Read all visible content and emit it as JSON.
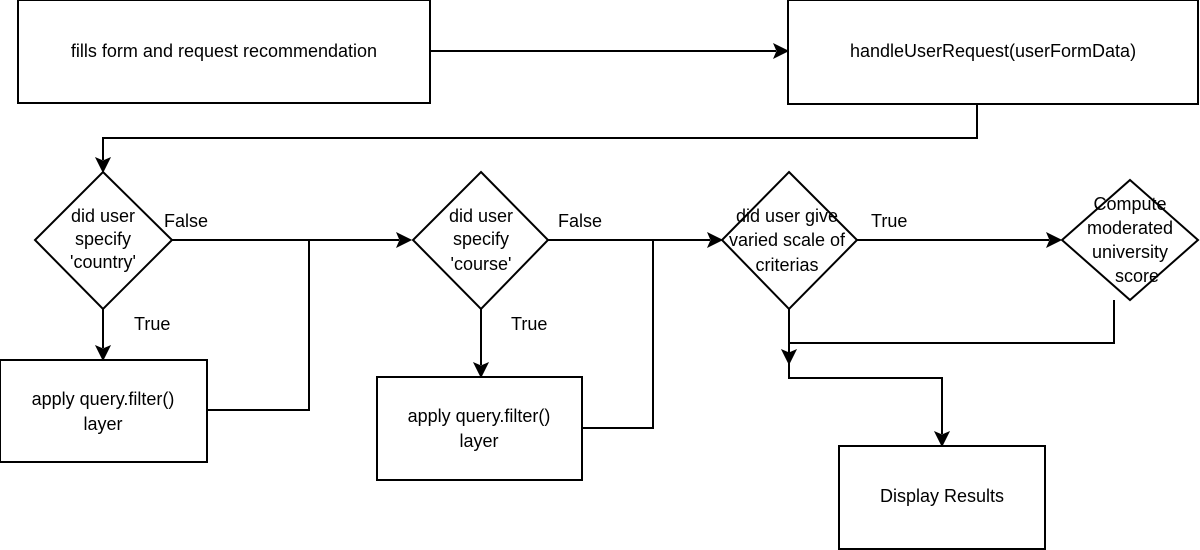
{
  "nodes": {
    "fill_form": {
      "lines": [
        "fills form and request recommendation"
      ]
    },
    "handle_request": {
      "lines": [
        "handleUserRequest(userFormData)"
      ]
    },
    "decision_country": {
      "lines": [
        "did user",
        "specify",
        "'country'"
      ]
    },
    "decision_course": {
      "lines": [
        "did user",
        "specify",
        "'course'"
      ]
    },
    "decision_criteria": {
      "lines": [
        "did user give",
        "varied scale of",
        "criterias"
      ]
    },
    "compute_score": {
      "lines": [
        "Compute",
        "moderated",
        "university",
        "score"
      ]
    },
    "filter_country": {
      "lines": [
        "apply query.filter()",
        "layer"
      ]
    },
    "filter_course": {
      "lines": [
        "apply query.filter()",
        "layer"
      ]
    },
    "display_results": {
      "lines": [
        "Display Results"
      ]
    }
  },
  "edge_labels": {
    "country_false": "False",
    "country_true": "True",
    "course_false": "False",
    "course_true": "True",
    "criteria_true": "True"
  }
}
